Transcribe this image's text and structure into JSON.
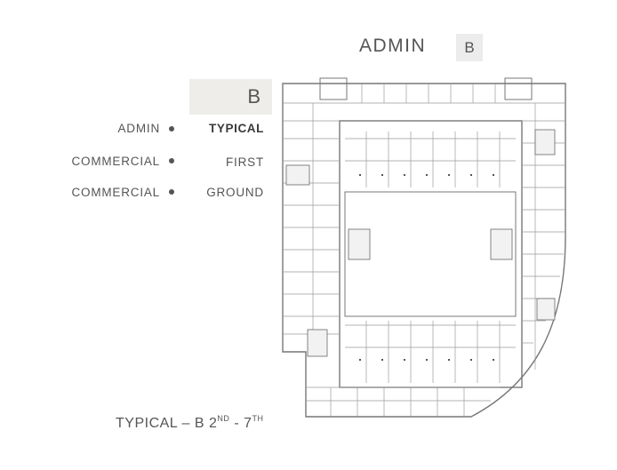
{
  "header": {
    "title": "ADMIN",
    "block": "B"
  },
  "panel": {
    "block": "B"
  },
  "levels": [
    {
      "building": "ADMIN",
      "floor": "TYPICAL",
      "active": true
    },
    {
      "building": "COMMERCIAL",
      "floor": "FIRST",
      "active": false
    },
    {
      "building": "COMMERCIAL",
      "floor": "GROUND",
      "active": false
    }
  ],
  "caption": {
    "prefix": "TYPICAL – B 2",
    "sup1": "ND",
    "mid": " - 7",
    "sup2": "TH"
  },
  "colors": {
    "text": "#555555",
    "badge": "#eeedea",
    "plan_line": "#777777"
  }
}
